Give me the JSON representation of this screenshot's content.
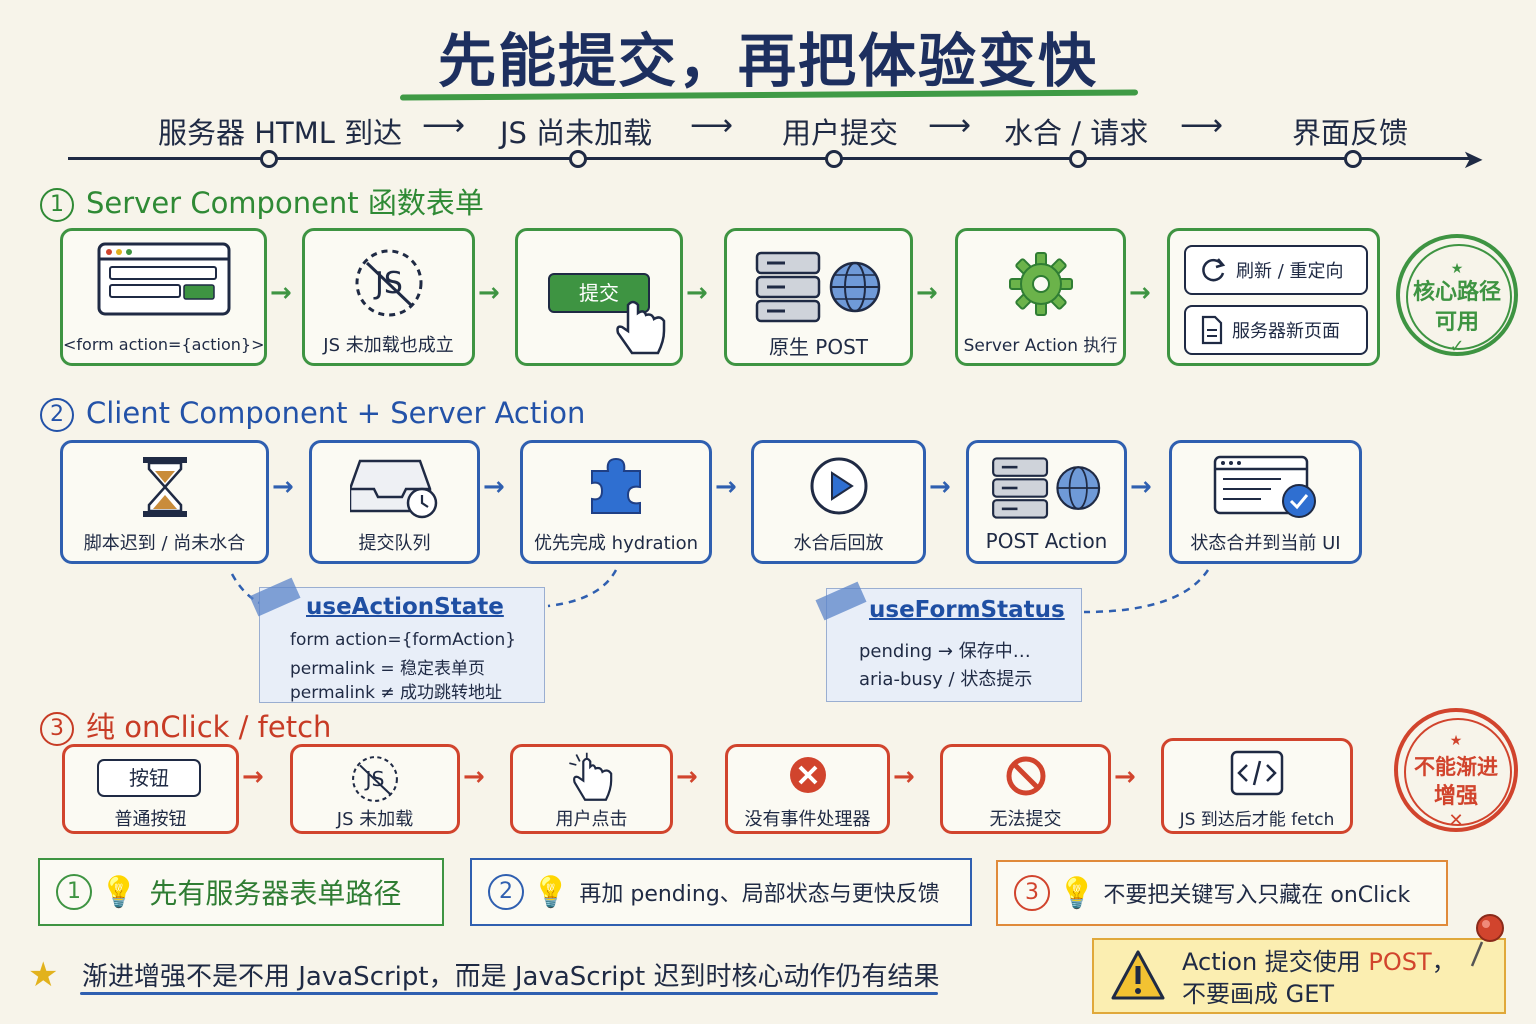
{
  "title": "先能提交，再把体验变快",
  "timeline": [
    "服务器 HTML 到达",
    "JS 尚未加载",
    "用户提交",
    "水合 / 请求",
    "界面反馈"
  ],
  "sections": [
    {
      "num": "1",
      "title": "Server Component 函数表单",
      "steps": [
        "<form action={action}>",
        "JS 未加载也成立",
        "原生 POST",
        "Server Action 执行"
      ],
      "submit_button": "提交",
      "results": [
        "刷新 / 重定向",
        "服务器新页面"
      ],
      "stamp": [
        "核心路径",
        "可用"
      ]
    },
    {
      "num": "2",
      "title": "Client Component + Server Action",
      "steps": [
        "脚本迟到 / 尚未水合",
        "提交队列",
        "优先完成 hydration",
        "水合后回放",
        "POST Action",
        "状态合并到当前 UI"
      ]
    },
    {
      "num": "3",
      "title": "纯 onClick / fetch",
      "button_label": "按钮",
      "steps": [
        "普通按钮",
        "JS 未加载",
        "用户点击",
        "没有事件处理器",
        "无法提交",
        "JS 到达后才能 fetch"
      ],
      "stamp": [
        "不能渐进",
        "增强"
      ]
    }
  ],
  "notes": [
    {
      "title": "useActionState",
      "lines": [
        "form action={formAction}",
        "permalink = 稳定表单页",
        "permalink ≠ 成功跳转地址"
      ]
    },
    {
      "title": "useFormStatus",
      "lines": [
        "pending → 保存中…",
        "aria-busy / 状态提示"
      ]
    }
  ],
  "tips": [
    {
      "num": "1",
      "text": "先有服务器表单路径"
    },
    {
      "num": "2",
      "text": "再加 pending、局部状态与更快反馈"
    },
    {
      "num": "3",
      "text": "不要把关键写入只藏在 onClick"
    }
  ],
  "summary": "渐进增强不是不用 JavaScript，而是 JavaScript 迟到时核心动作仍有结果",
  "warning": {
    "line1_a": "Action 提交使用 ",
    "line1_b": "POST",
    "line1_c": "，",
    "line2": "不要画成 GET"
  },
  "colors": {
    "green": "#3e9442",
    "blue": "#2f5fb0",
    "red": "#d1442d",
    "navy": "#1d2f5f"
  }
}
